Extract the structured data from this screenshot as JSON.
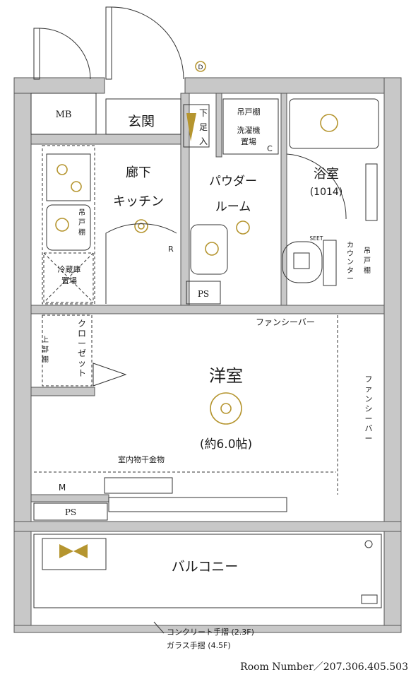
{
  "colors": {
    "wall": "#c8c8c8",
    "equipment": "#b5952f",
    "line": "#333333"
  },
  "rooms": {
    "mb": "MB",
    "genkan": "玄関",
    "getabako": [
      "下",
      "足",
      "入"
    ],
    "rouka": "廊下",
    "kitchen": "キッチン",
    "powder_room": [
      "パウダー",
      "ルーム"
    ],
    "bath": "浴室",
    "bath_size": "(1014)",
    "tsuritodana_top": "吊戸棚",
    "washer": [
      "洗濯機",
      "置場"
    ],
    "tsuritodana_kitchen": [
      "吊",
      "戸",
      "棚"
    ],
    "fridge": [
      "冷蔵庫",
      "置場"
    ],
    "counter": [
      "カ",
      "ウ",
      "ン",
      "タ",
      "ー"
    ],
    "tsuritodana_toilet": [
      "吊",
      "戸",
      "棚"
    ],
    "ps_upper": "PS",
    "ps_lower": "PS",
    "closet": [
      "ク",
      "ロ",
      "ー",
      "ゼ",
      "ッ",
      "ト"
    ],
    "jobudana": [
      "上",
      "部",
      "棚"
    ],
    "youshitsu": "洋室",
    "youshitsu_size": "(約6.0帖)",
    "fancy_bar_top": "ファンシーバー",
    "fancy_bar_side": [
      "フ",
      "ァ",
      "ン",
      "シ",
      "ー",
      "バ",
      "ー"
    ],
    "indoor_drying": "室内物干金物",
    "balcony": "バルコニー"
  },
  "symbols": {
    "c": "C",
    "r": "R",
    "m": "M",
    "d": "D",
    "seet": "SEET"
  },
  "notes": {
    "railing_concrete": "コンクリート手摺 (2.3F)",
    "railing_glass": "ガラス手摺 (4.5F)"
  },
  "footer": {
    "room_number": "Room Number／207.306.405.503"
  }
}
